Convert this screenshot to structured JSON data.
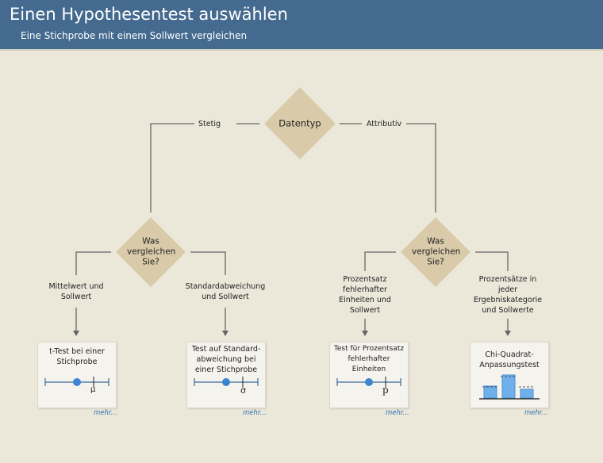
{
  "header": {
    "title": "Einen Hypothesentest auswählen",
    "subtitle": "Eine Stichprobe mit einem Sollwert vergleichen"
  },
  "colors": {
    "header": "#446a8f",
    "background": "#ebe8da",
    "diamond": "#d9cba9",
    "line": "#666666",
    "link": "#2d6fb0",
    "marker": "#3b86d0"
  },
  "root": {
    "label": "Datentyp",
    "left_branch": "Stetig",
    "right_branch": "Attributiv"
  },
  "left_decision": {
    "label": "Was vergleichen Sie?",
    "options": [
      "Mittelwert und Sollwert",
      "Standardabweichung und Sollwert"
    ]
  },
  "right_decision": {
    "label": "Was vergleichen Sie?",
    "options": [
      "Prozentsatz fehlerhafter Einheiten und Sollwert",
      "Prozentsätze in jeder Ergebniskategorie und Sollwerte"
    ]
  },
  "tests": [
    {
      "title": "t-Test bei einer Stichprobe",
      "symbol": "μ",
      "link": "mehr..."
    },
    {
      "title": "Test auf Standard-abweichung bei einer Stichprobe",
      "symbol": "σ",
      "link": "mehr..."
    },
    {
      "title": "Test für Prozentsatz fehlerhafter Einheiten",
      "symbol": "p",
      "link": "mehr..."
    },
    {
      "title": "Chi-Quadrat-Anpassungstest",
      "symbol": "",
      "link": "mehr..."
    }
  ]
}
